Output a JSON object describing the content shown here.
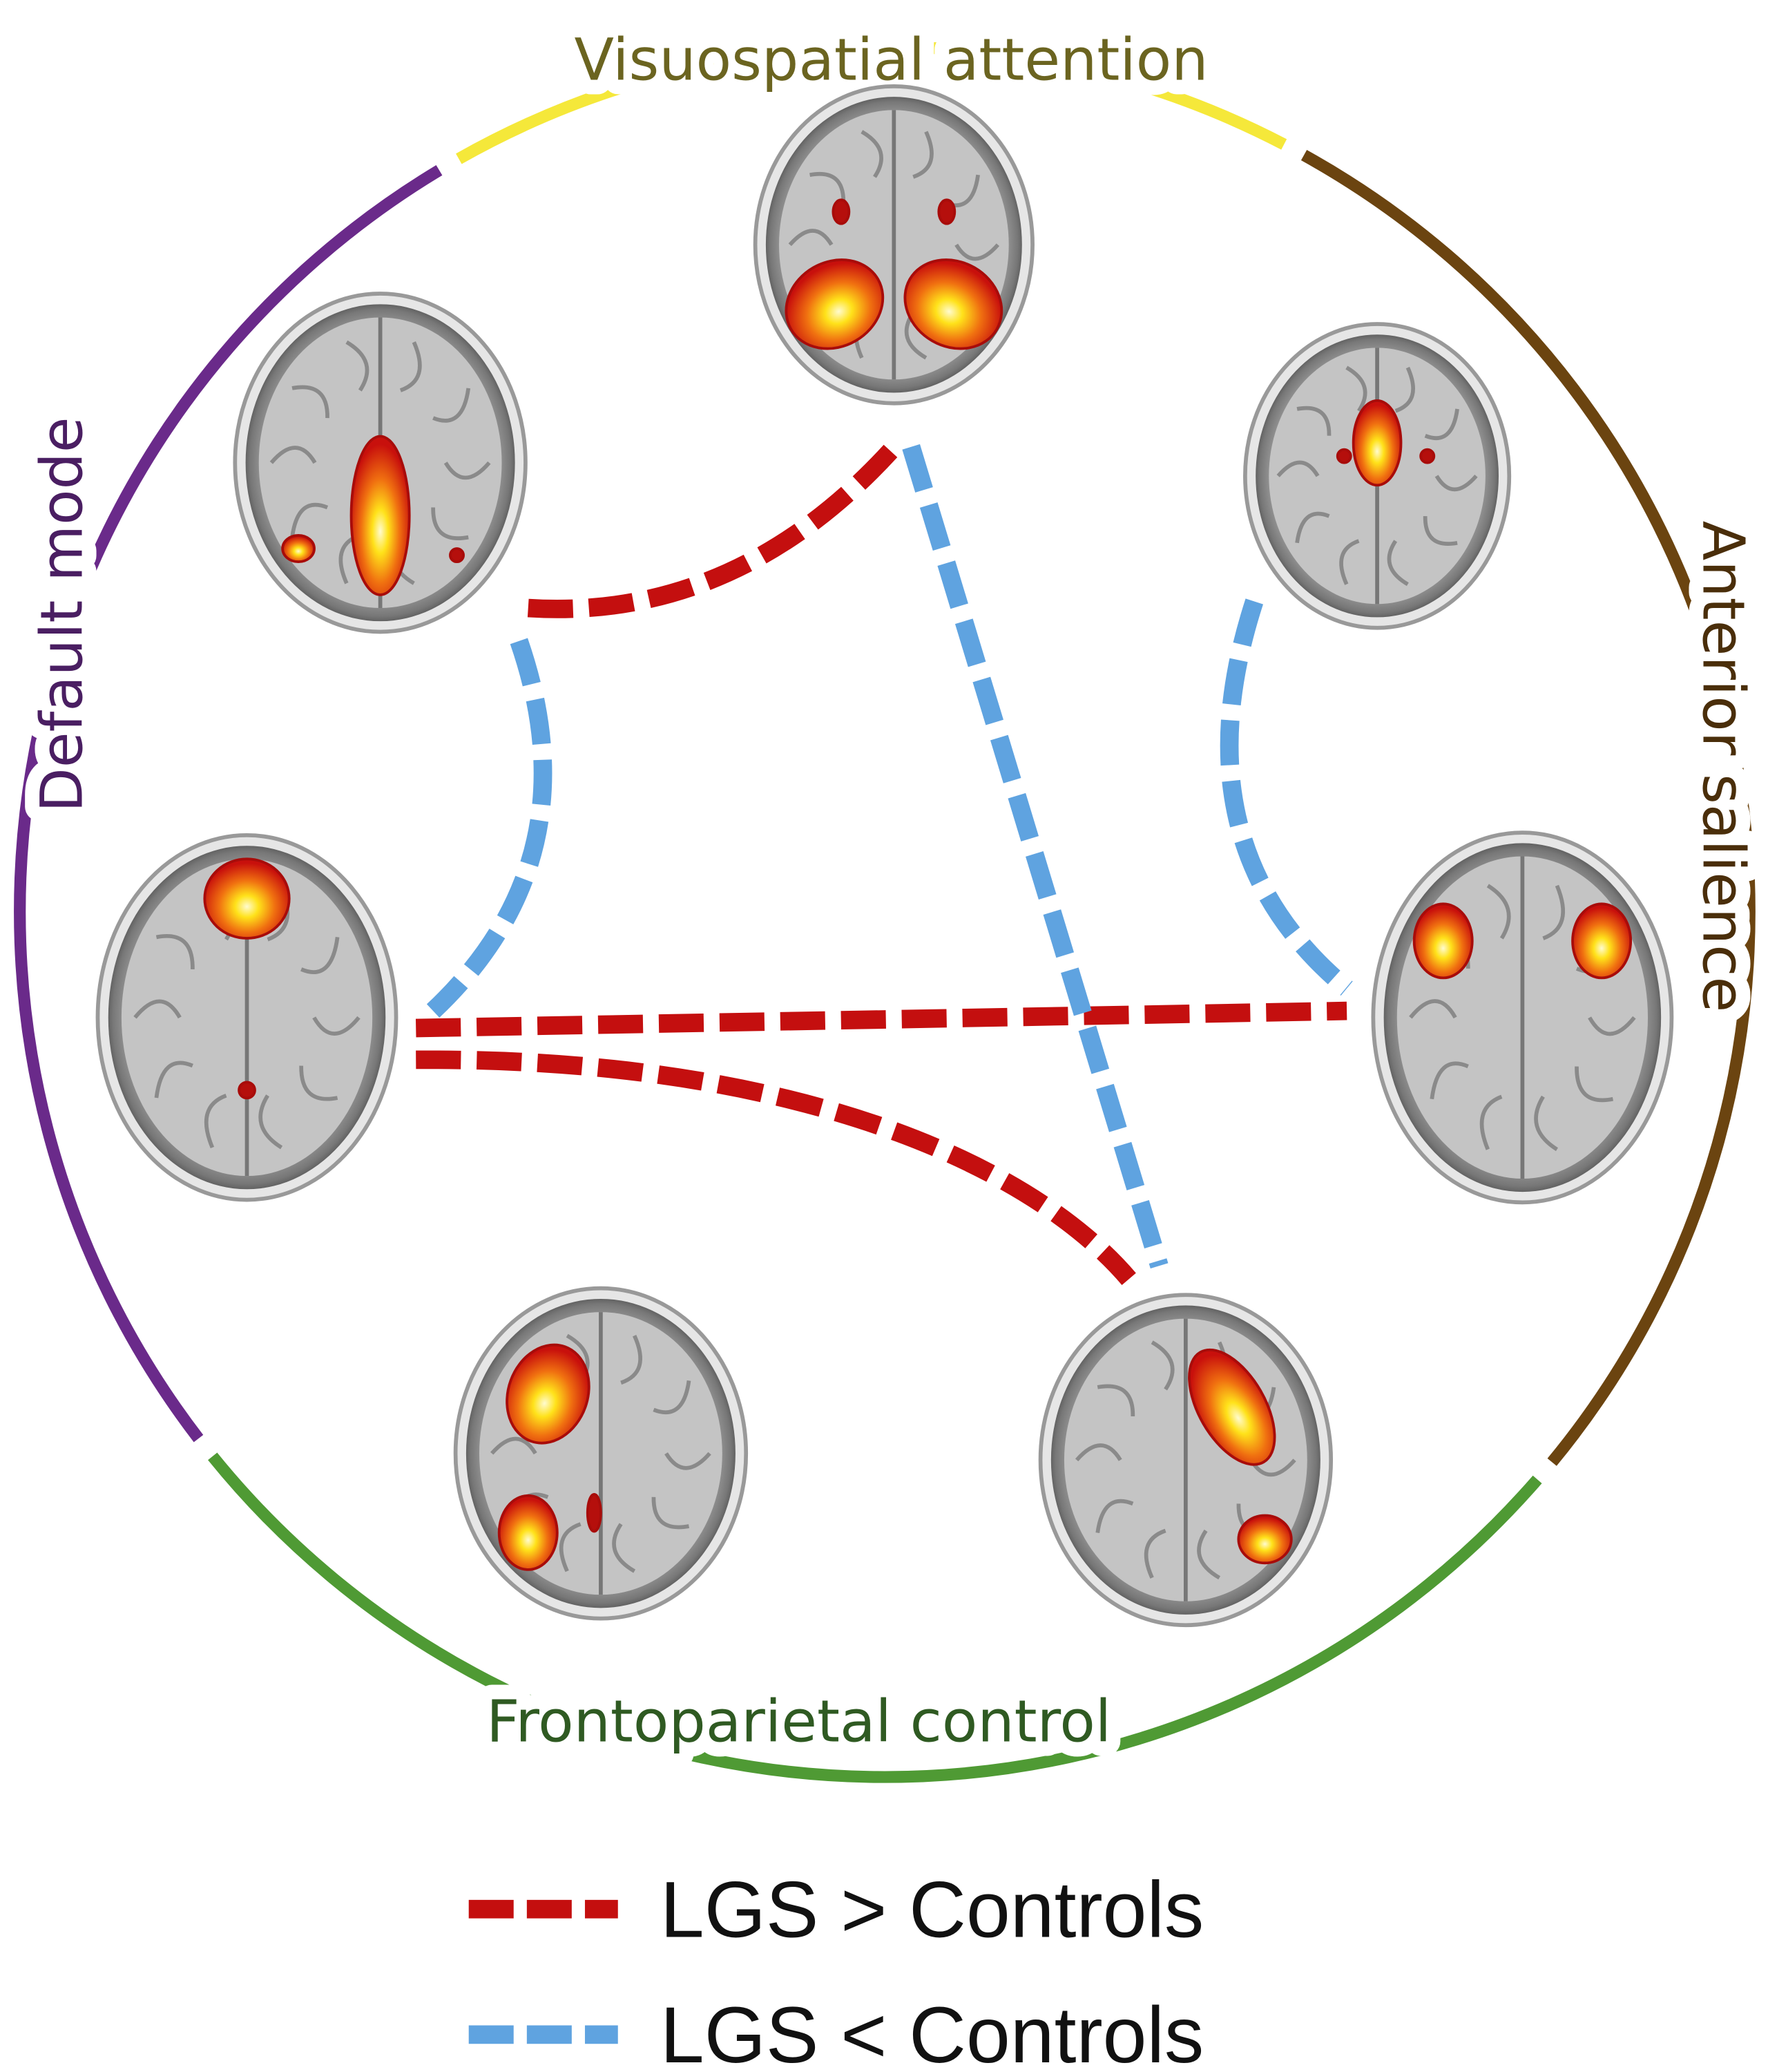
{
  "networks": {
    "visuospatial": {
      "label": "Visuospatial attention",
      "color": "#f5e83a",
      "text_color": "#6b6420"
    },
    "salience": {
      "label": "Anterior salience",
      "color": "#6b4410",
      "text_color": "#4a2e0a"
    },
    "frontoparietal": {
      "label": "Frontoparietal control",
      "color": "#4f9a34",
      "text_color": "#2f5a22"
    },
    "default_mode": {
      "label": "Default mode",
      "color": "#6a2a8a",
      "text_color": "#4a1e62"
    }
  },
  "legend": {
    "increase": {
      "label": "LGS > Controls",
      "color": "#c40f0f"
    },
    "decrease": {
      "label": "LGS < Controls",
      "color": "#5fa3e0"
    }
  }
}
